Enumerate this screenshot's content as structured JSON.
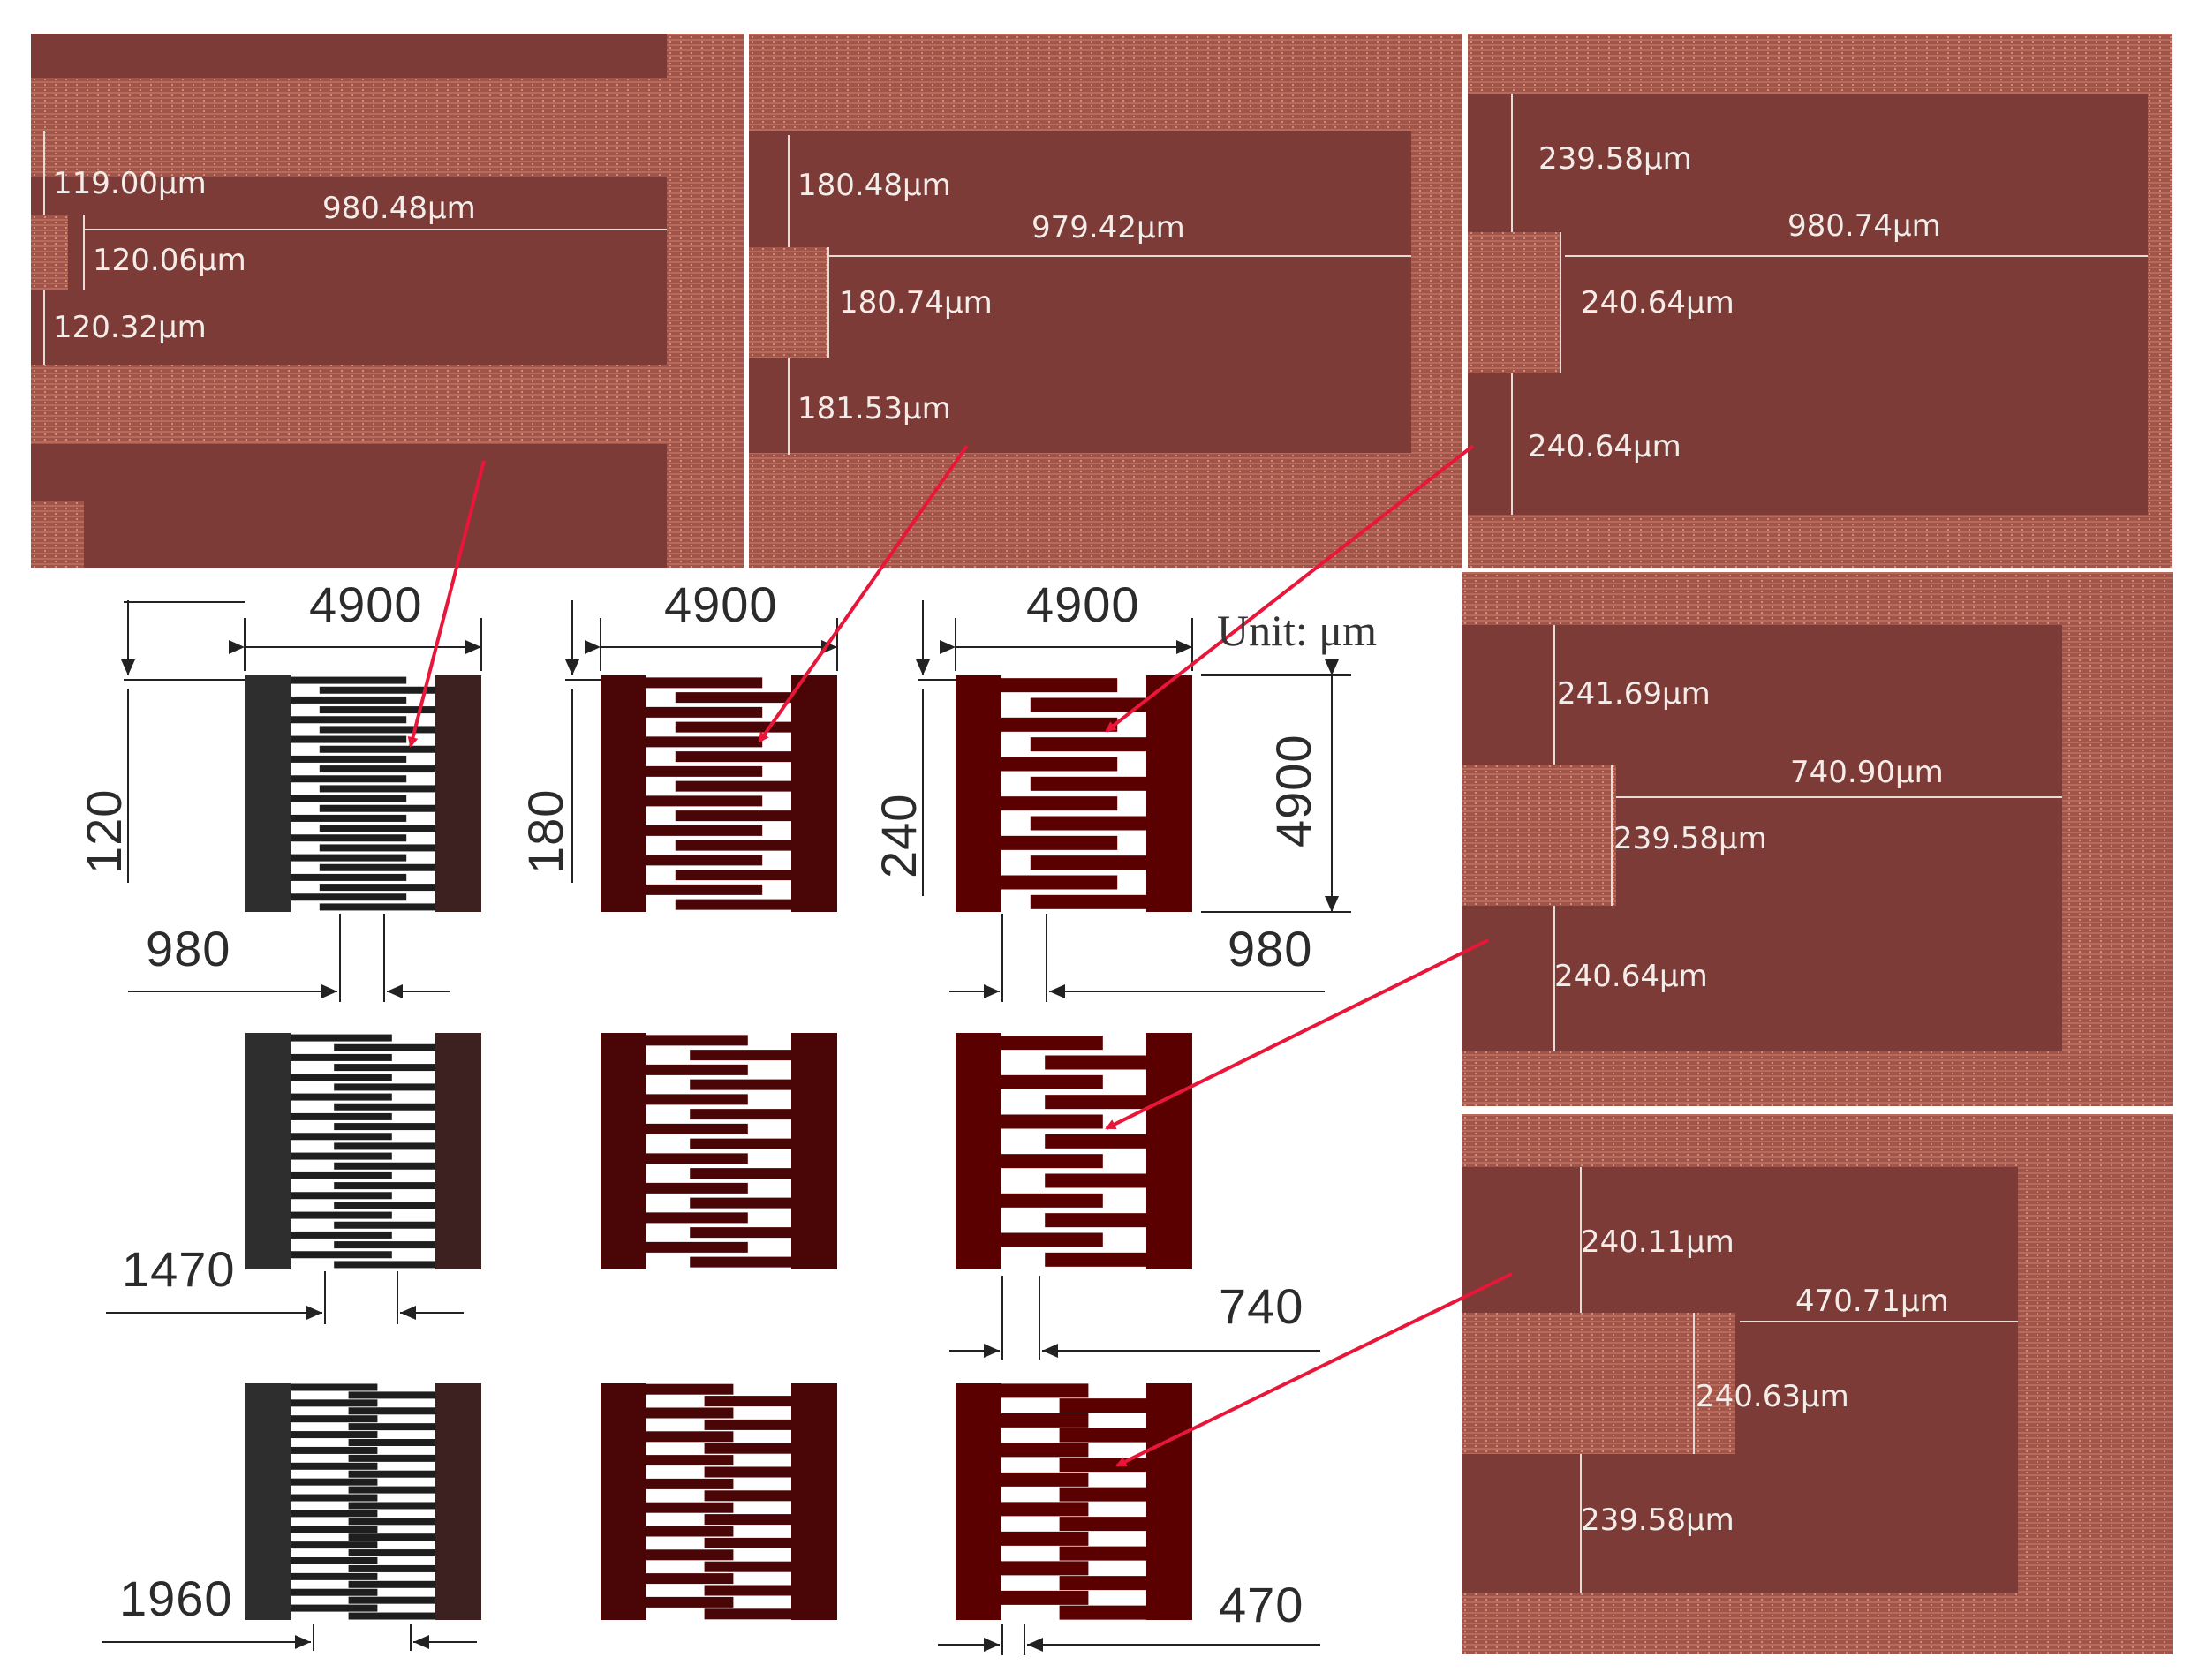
{
  "colors": {
    "substrate": "#7a3a36",
    "electrode_texture": "#a45a4e",
    "dark_gap": "#6a302d",
    "measure_line": "#e9dcd6",
    "measure_text": "#f4ece8",
    "pad_gray": "#2e2e2e",
    "pad_maroon": "#3d2121",
    "finger_maroon": "#5a0000",
    "arrow_red": "#e8173a"
  },
  "micrographs": [
    {
      "id": "m1",
      "labels": [
        "119.00μm",
        "980.48μm",
        "120.06μm",
        "120.32μm"
      ]
    },
    {
      "id": "m2",
      "labels": [
        "180.48μm",
        "979.42μm",
        "180.74μm",
        "181.53μm"
      ]
    },
    {
      "id": "m3",
      "labels": [
        "239.58μm",
        "980.74μm",
        "240.64μm",
        "240.64μm"
      ]
    },
    {
      "id": "m4",
      "labels": [
        "241.69μm",
        "740.90μm",
        "239.58μm",
        "240.64μm"
      ]
    },
    {
      "id": "m5",
      "labels": [
        "240.11μm",
        "470.71μm",
        "240.63μm",
        "239.58μm"
      ]
    }
  ],
  "drawing": {
    "unit_label": "Unit: μm",
    "widths": [
      "4900",
      "4900",
      "4900"
    ],
    "finger_widths": [
      "120",
      "180",
      "240"
    ],
    "height": "4900",
    "gaps": [
      "980",
      "980",
      "1470",
      "740",
      "1960",
      "470"
    ]
  }
}
